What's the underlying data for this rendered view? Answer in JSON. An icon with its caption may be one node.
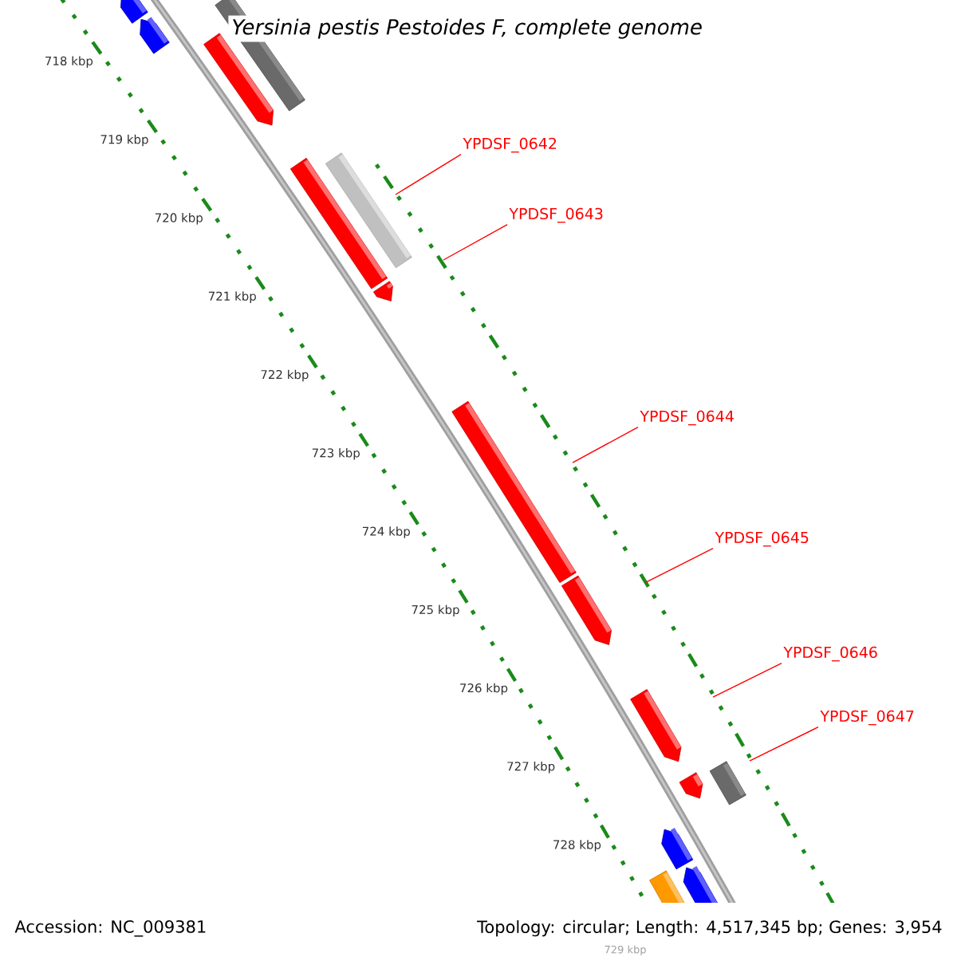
{
  "diagram": {
    "title": "Yersinia pestis Pestoides F, complete genome",
    "nodes": [
      {
        "text": [
          "YPDSF_0642"
        ]
      },
      {
        "text": [
          "YPDSF_0643"
        ]
      },
      {
        "text": [
          "YPDSF_0644"
        ]
      },
      {
        "text": [
          "YPDSF_0645"
        ]
      },
      {
        "text": [
          "YPDSF_0646"
        ]
      },
      {
        "text": [
          "YPDSF_0647"
        ]
      }
    ],
    "edges": [
      {
        "from": 0,
        "to": null,
        "arrow": "none"
      },
      {
        "from": 1,
        "to": null,
        "arrow": "none"
      },
      {
        "from": 2,
        "to": null,
        "arrow": "none"
      },
      {
        "from": 3,
        "to": null,
        "arrow": "none"
      },
      {
        "from": 4,
        "to": null,
        "arrow": "none"
      },
      {
        "from": 5,
        "to": null,
        "arrow": "none"
      }
    ],
    "labels": [
      "718 kbp",
      "719 kbp",
      "720 kbp",
      "721 kbp",
      "722 kbp",
      "723 kbp",
      "724 kbp",
      "725 kbp",
      "726 kbp",
      "727 kbp",
      "728 kbp",
      "729 kbp",
      "Accession: NC_009381",
      "Topology: circular; Length: 4,517,345 bp; Genes: 3,954"
    ]
  }
}
